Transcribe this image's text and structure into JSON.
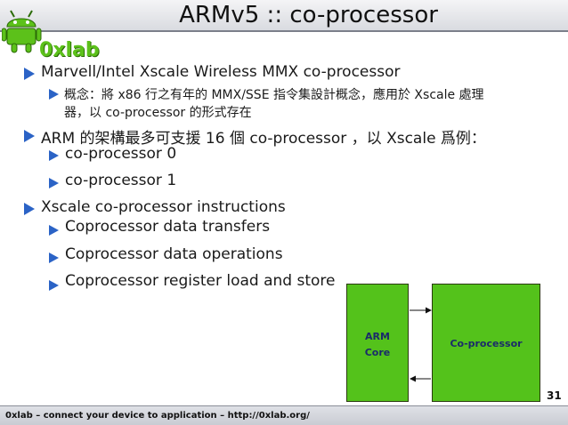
{
  "slide": {
    "title": "ARMv5 :: co-processor",
    "logo_text": "0xlab",
    "page_number": "31",
    "footer": "0xlab – connect your device to application – http://0xlab.org/"
  },
  "bullets": [
    {
      "level": 1,
      "text": "Marvell/Intel Xscale Wireless MMX co-processor"
    },
    {
      "level": 2,
      "text": "概念：將 x86 行之有年的 MMX/SSE 指令集設計概念，應用於 Xscale 處理"
    },
    {
      "level": 2,
      "text": "器，以 co-processor 的形式存在",
      "continuation": true
    },
    {
      "level": 1,
      "text": "ARM 的架構最多可支援 16 個 co-processor ，以 Xscale 爲例："
    },
    {
      "level": 2,
      "text": "co-processor 0"
    },
    {
      "level": 2,
      "text": "co-processor 1"
    },
    {
      "level": 1,
      "text": "Xscale co-processor instructions"
    },
    {
      "level": 2,
      "text": "Coprocessor data transfers"
    },
    {
      "level": 2,
      "text": "Coprocessor data operations"
    },
    {
      "level": 2,
      "text": "Coprocessor register load and store"
    }
  ],
  "diagram": {
    "left_box": {
      "line1": "ARM",
      "line2": "Core"
    },
    "right_box": {
      "label": "Co-processor"
    },
    "colors": {
      "box_fill": "#54c21b",
      "label_color": "#1a2a6a",
      "bullet": "#2b63c6"
    }
  }
}
